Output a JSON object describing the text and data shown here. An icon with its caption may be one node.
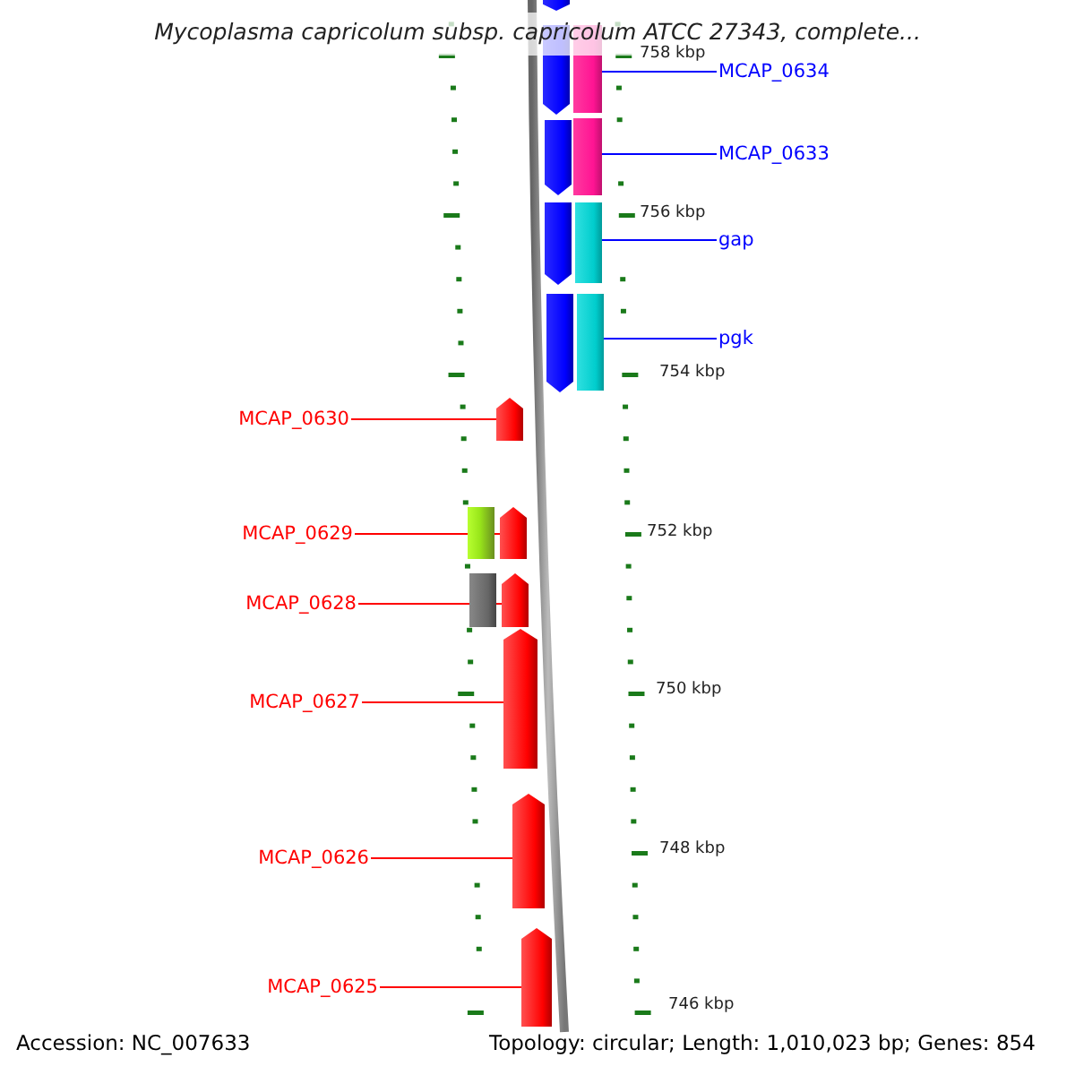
{
  "diagram": {
    "title": "Mycoplasma capricolum subsp. capricolum ATCC 27343, complete...",
    "nodes": [
      {
        "text": [
          "MCAP_0634"
        ]
      },
      {
        "text": [
          "MCAP_0633"
        ]
      },
      {
        "text": [
          "gap"
        ]
      },
      {
        "text": [
          "pgk"
        ]
      },
      {
        "text": [
          "MCAP_0630"
        ]
      },
      {
        "text": [
          "MCAP_0629"
        ]
      },
      {
        "text": [
          "MCAP_0628"
        ]
      },
      {
        "text": [
          "MCAP_0627"
        ]
      },
      {
        "text": [
          "MCAP_0626"
        ]
      },
      {
        "text": [
          "MCAP_0625"
        ]
      },
      {
        "text": [],
        "shape": "box"
      },
      {
        "text": [],
        "shape": "box"
      },
      {
        "text": [],
        "shape": "box"
      },
      {
        "text": [],
        "shape": "box"
      },
      {
        "text": [],
        "shape": "arrow"
      },
      {
        "text": [],
        "shape": "arrow"
      },
      {
        "text": [],
        "shape": "arrow"
      },
      {
        "text": [],
        "shape": "arrow"
      },
      {
        "text": [],
        "shape": "arrow"
      },
      {
        "text": [],
        "shape": "arrow"
      },
      {
        "text": [],
        "shape": "arrow"
      },
      {
        "text": [],
        "shape": "arrow"
      },
      {
        "text": [],
        "shape": "arrow"
      },
      {
        "text": [],
        "shape": "arrow"
      },
      {
        "text": [],
        "shape": "arrow"
      },
      {
        "text": [],
        "shape": "box"
      },
      {
        "text": [],
        "shape": "box"
      }
    ],
    "edges": [
      {
        "from": 0,
        "to": 10,
        "arrow": "none",
        "color": "#0000ff"
      },
      {
        "from": 1,
        "to": 11,
        "arrow": "none",
        "color": "#0000ff"
      },
      {
        "from": 2,
        "to": 12,
        "arrow": "none",
        "color": "#0000ff"
      },
      {
        "from": 3,
        "to": 13,
        "arrow": "none",
        "color": "#0000ff"
      },
      {
        "from": 4,
        "to": 14,
        "arrow": "none"
      },
      {
        "from": 5,
        "to": 15,
        "arrow": "none"
      },
      {
        "from": 6,
        "to": 16,
        "arrow": "none"
      },
      {
        "from": 7,
        "to": 17,
        "arrow": "none"
      },
      {
        "from": 8,
        "to": 18,
        "arrow": "none"
      },
      {
        "from": 9,
        "to": 19,
        "arrow": "none"
      }
    ],
    "labels": [
      "758 kbp",
      "756 kbp",
      "754 kbp",
      "752 kbp",
      "750 kbp",
      "748 kbp",
      "746 kbp",
      "Accession: NC_007633",
      "Topology: circular; Length: 1,010,023 bp; Genes: 854"
    ]
  }
}
